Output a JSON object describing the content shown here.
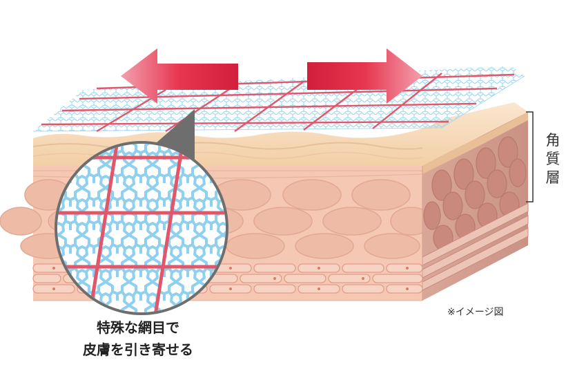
{
  "labels": {
    "layer": [
      "角",
      "質",
      "層"
    ],
    "note": "※イメージ図",
    "caption": [
      "特殊な網目で",
      "皮膚を引き寄せる"
    ]
  },
  "colors": {
    "skin_top": "#f5d7b5",
    "skin_body": "#f3c7b1",
    "cell_fill": "#eeb9a3",
    "side_face": "#d8a69a",
    "mesh_blue": "#8fd0ee",
    "mesh_red": "#e0566b",
    "arrow_red": "#e7364f",
    "callout_gray": "#6e6e6e"
  },
  "icons": {
    "left_arrow": "arrow-left-icon",
    "right_arrow": "arrow-right-icon"
  }
}
